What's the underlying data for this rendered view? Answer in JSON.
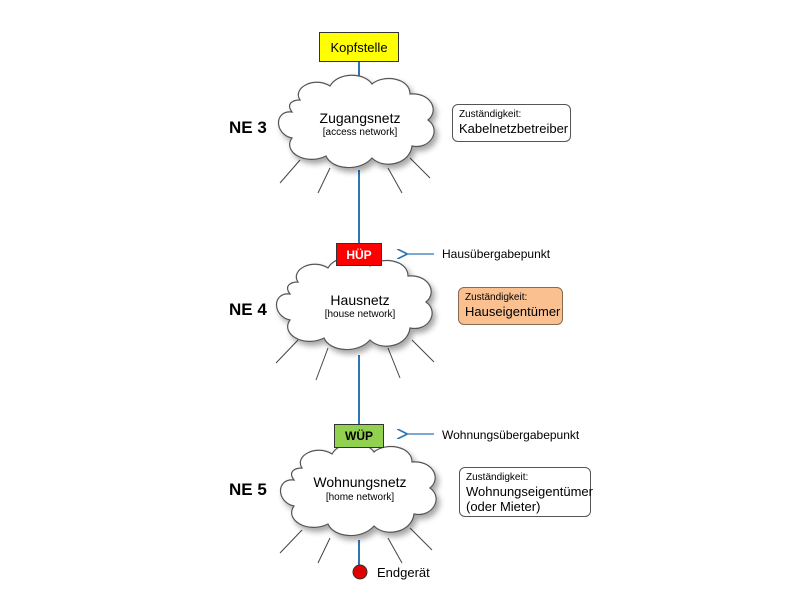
{
  "colors": {
    "kopfstelle_bg": "#ffff00",
    "huep_bg": "#ff0000",
    "wuep_bg": "#92d050",
    "hauseigentuemer_bg": "#fac090",
    "line": "#2e75b6",
    "endgeraet": "#e00000"
  },
  "kopfstelle": {
    "label": "Kopfstelle"
  },
  "levels": [
    {
      "ne": "NE 3",
      "cloud_title": "Zugangsnetz",
      "cloud_subtitle": "[access network]",
      "resp_label": "Zuständigkeit:",
      "resp_value": [
        "Kabelnetzbetreiber"
      ]
    },
    {
      "ne": "NE 4",
      "cloud_title": "Hausnetz",
      "cloud_subtitle": "[house network]",
      "resp_label": "Zuständigkeit:",
      "resp_value": [
        "Hauseigentümer"
      ]
    },
    {
      "ne": "NE 5",
      "cloud_title": "Wohnungsnetz",
      "cloud_subtitle": "[home network]",
      "resp_label": "Zuständigkeit:",
      "resp_value": [
        "Wohnungseigentümer",
        "(oder Mieter)"
      ]
    }
  ],
  "huep": {
    "label": "HÜP",
    "annotation": "Hausübergabepunkt"
  },
  "wuep": {
    "label": "WÜP",
    "annotation": "Wohnungsübergabepunkt"
  },
  "endgeraet": {
    "label": "Endgerät"
  }
}
